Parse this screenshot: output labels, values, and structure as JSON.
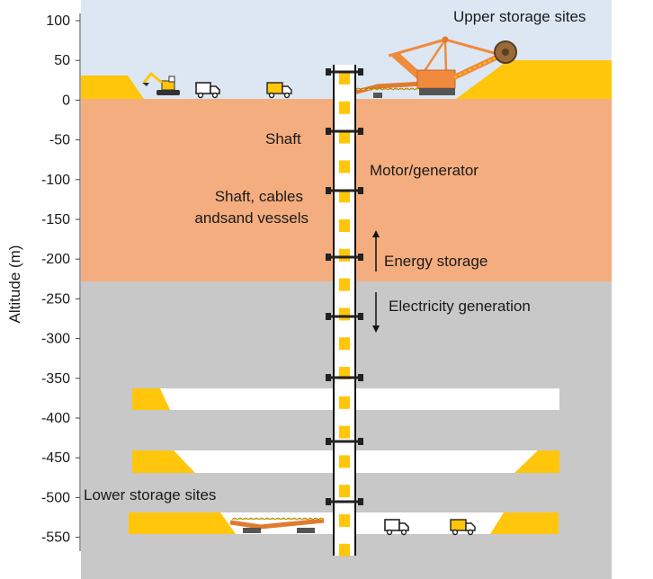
{
  "axis": {
    "label": "Altitude (m)",
    "ticks": [
      "100",
      "50",
      "0",
      "-50",
      "-100",
      "-150",
      "-200",
      "-250",
      "-300",
      "-350",
      "-400",
      "-450",
      "-500",
      "-550"
    ]
  },
  "labels": {
    "upper_storage": "Upper storage sites",
    "lower_storage": "Lower storage sites",
    "shaft": "Shaft",
    "motor_generator": "Motor/generator",
    "shaft_cables_1": "Shaft, cables",
    "shaft_cables_2": "andsand vessels",
    "energy_storage": "Energy storage",
    "electricity_generation": "Electricity generation"
  },
  "colors": {
    "sky": "#dce7f3",
    "sediment": "#f4ad7e",
    "rock": "#c8c8c8",
    "sand": "#ffc60b",
    "machinery": "#f08a3c",
    "white": "#ffffff",
    "dark": "#222222"
  }
}
